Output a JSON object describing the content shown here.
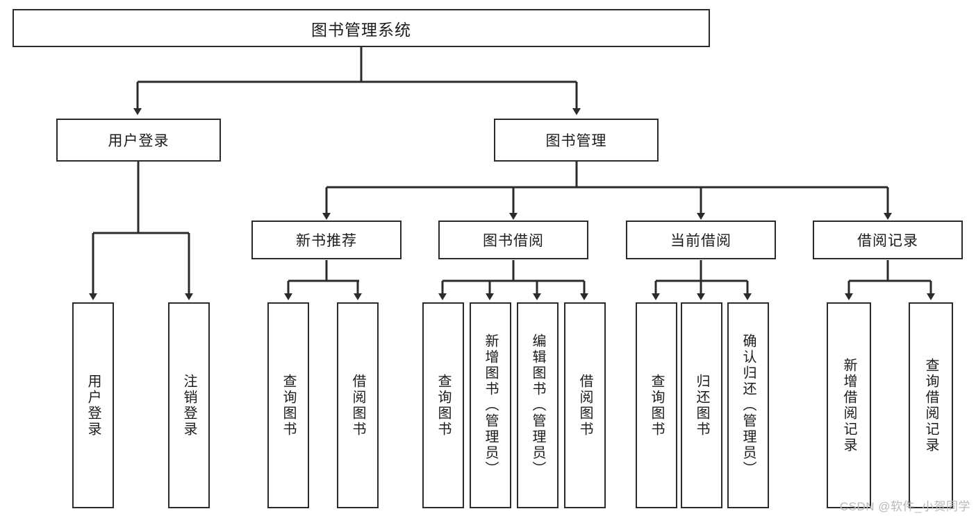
{
  "diagram": {
    "title": "图书管理系统",
    "type": "tree-hierarchy-diagram",
    "colors": {
      "stroke": "#2b2b2b",
      "fill": "#ffffff",
      "text": "#1c1c1c",
      "watermark": "#b9b9b9"
    },
    "root": {
      "label": "图书管理系统"
    },
    "level2": [
      {
        "label": "用户登录"
      },
      {
        "label": "图书管理"
      }
    ],
    "level3": [
      {
        "label": "新书推荐"
      },
      {
        "label": "图书借阅"
      },
      {
        "label": "当前借阅"
      },
      {
        "label": "借阅记录"
      }
    ],
    "leaves": {
      "user_login": [
        {
          "label": "用户登录"
        },
        {
          "label": "注销登录"
        }
      ],
      "new_book_recommend": [
        {
          "label": "查询图书"
        },
        {
          "label": "借阅图书"
        }
      ],
      "book_borrow": [
        {
          "label": "查询图书"
        },
        {
          "label": "新增图书（管理员）"
        },
        {
          "label": "编辑图书（管理员）"
        },
        {
          "label": "借阅图书"
        }
      ],
      "current_borrow": [
        {
          "label": "查询图书"
        },
        {
          "label": "归还图书"
        },
        {
          "label": "确认归还（管理员）"
        }
      ],
      "borrow_records": [
        {
          "label": "新增借阅记录"
        },
        {
          "label": "查询借阅记录"
        }
      ]
    }
  },
  "watermark": {
    "text": "CSDN @软件_小贺同学"
  }
}
